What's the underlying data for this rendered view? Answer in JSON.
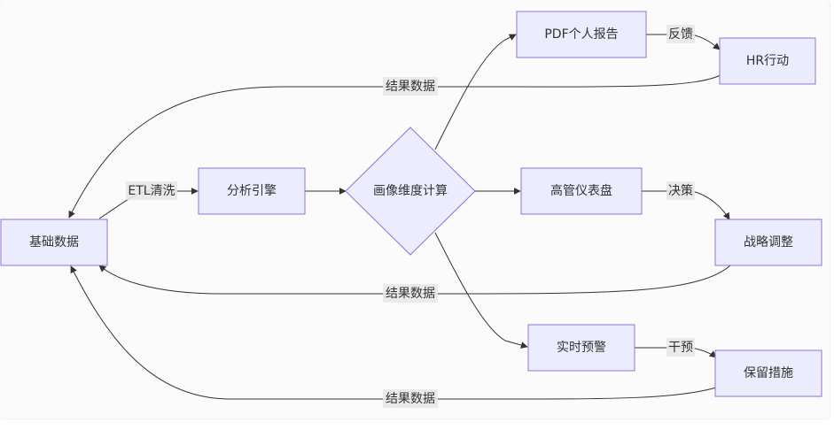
{
  "nodes": {
    "base_data": "基础数据",
    "analysis_engine": "分析引擎",
    "profile_calc": "画像维度计算",
    "pdf_report": "PDF个人报告",
    "hr_action": "HR行动",
    "exec_dashboard": "高管仪表盘",
    "strategy_adjust": "战略调整",
    "realtime_alert": "实时预警",
    "retention_measures": "保留措施"
  },
  "edges": {
    "etl_clean": "ETL清洗",
    "feedback": "反馈",
    "decision": "决策",
    "intervene": "干预",
    "result_data_1": "结果数据",
    "result_data_2": "结果数据",
    "result_data_3": "结果数据"
  },
  "colors": {
    "node_fill": "#ECECFF",
    "node_stroke": "#9370DB",
    "edge": "#333333",
    "label_bg": "#e8e8e8"
  }
}
